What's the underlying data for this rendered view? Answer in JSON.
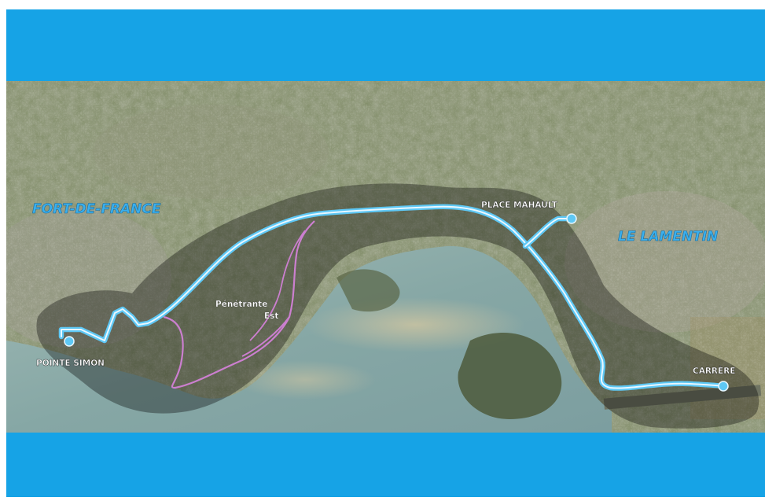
{
  "colors": {
    "band": "#16a3e6",
    "route": "#5ec8f5",
    "route_core": "#e8f7ff",
    "road": "#cc7fd0",
    "city_label": "#3ab0ee",
    "stop_label": "#ffffff"
  },
  "map": {
    "cities": {
      "fort_de_france": "FORT-DE-FRANCE",
      "le_lamentin": "LE LAMENTIN"
    },
    "stops": {
      "pointe_simon": "POINTE SIMON",
      "place_mahault": "PLACE MAHAULT",
      "carrere": "CARRÈRE"
    },
    "road": {
      "line1": "Pénétrante",
      "line2": "Est"
    }
  }
}
